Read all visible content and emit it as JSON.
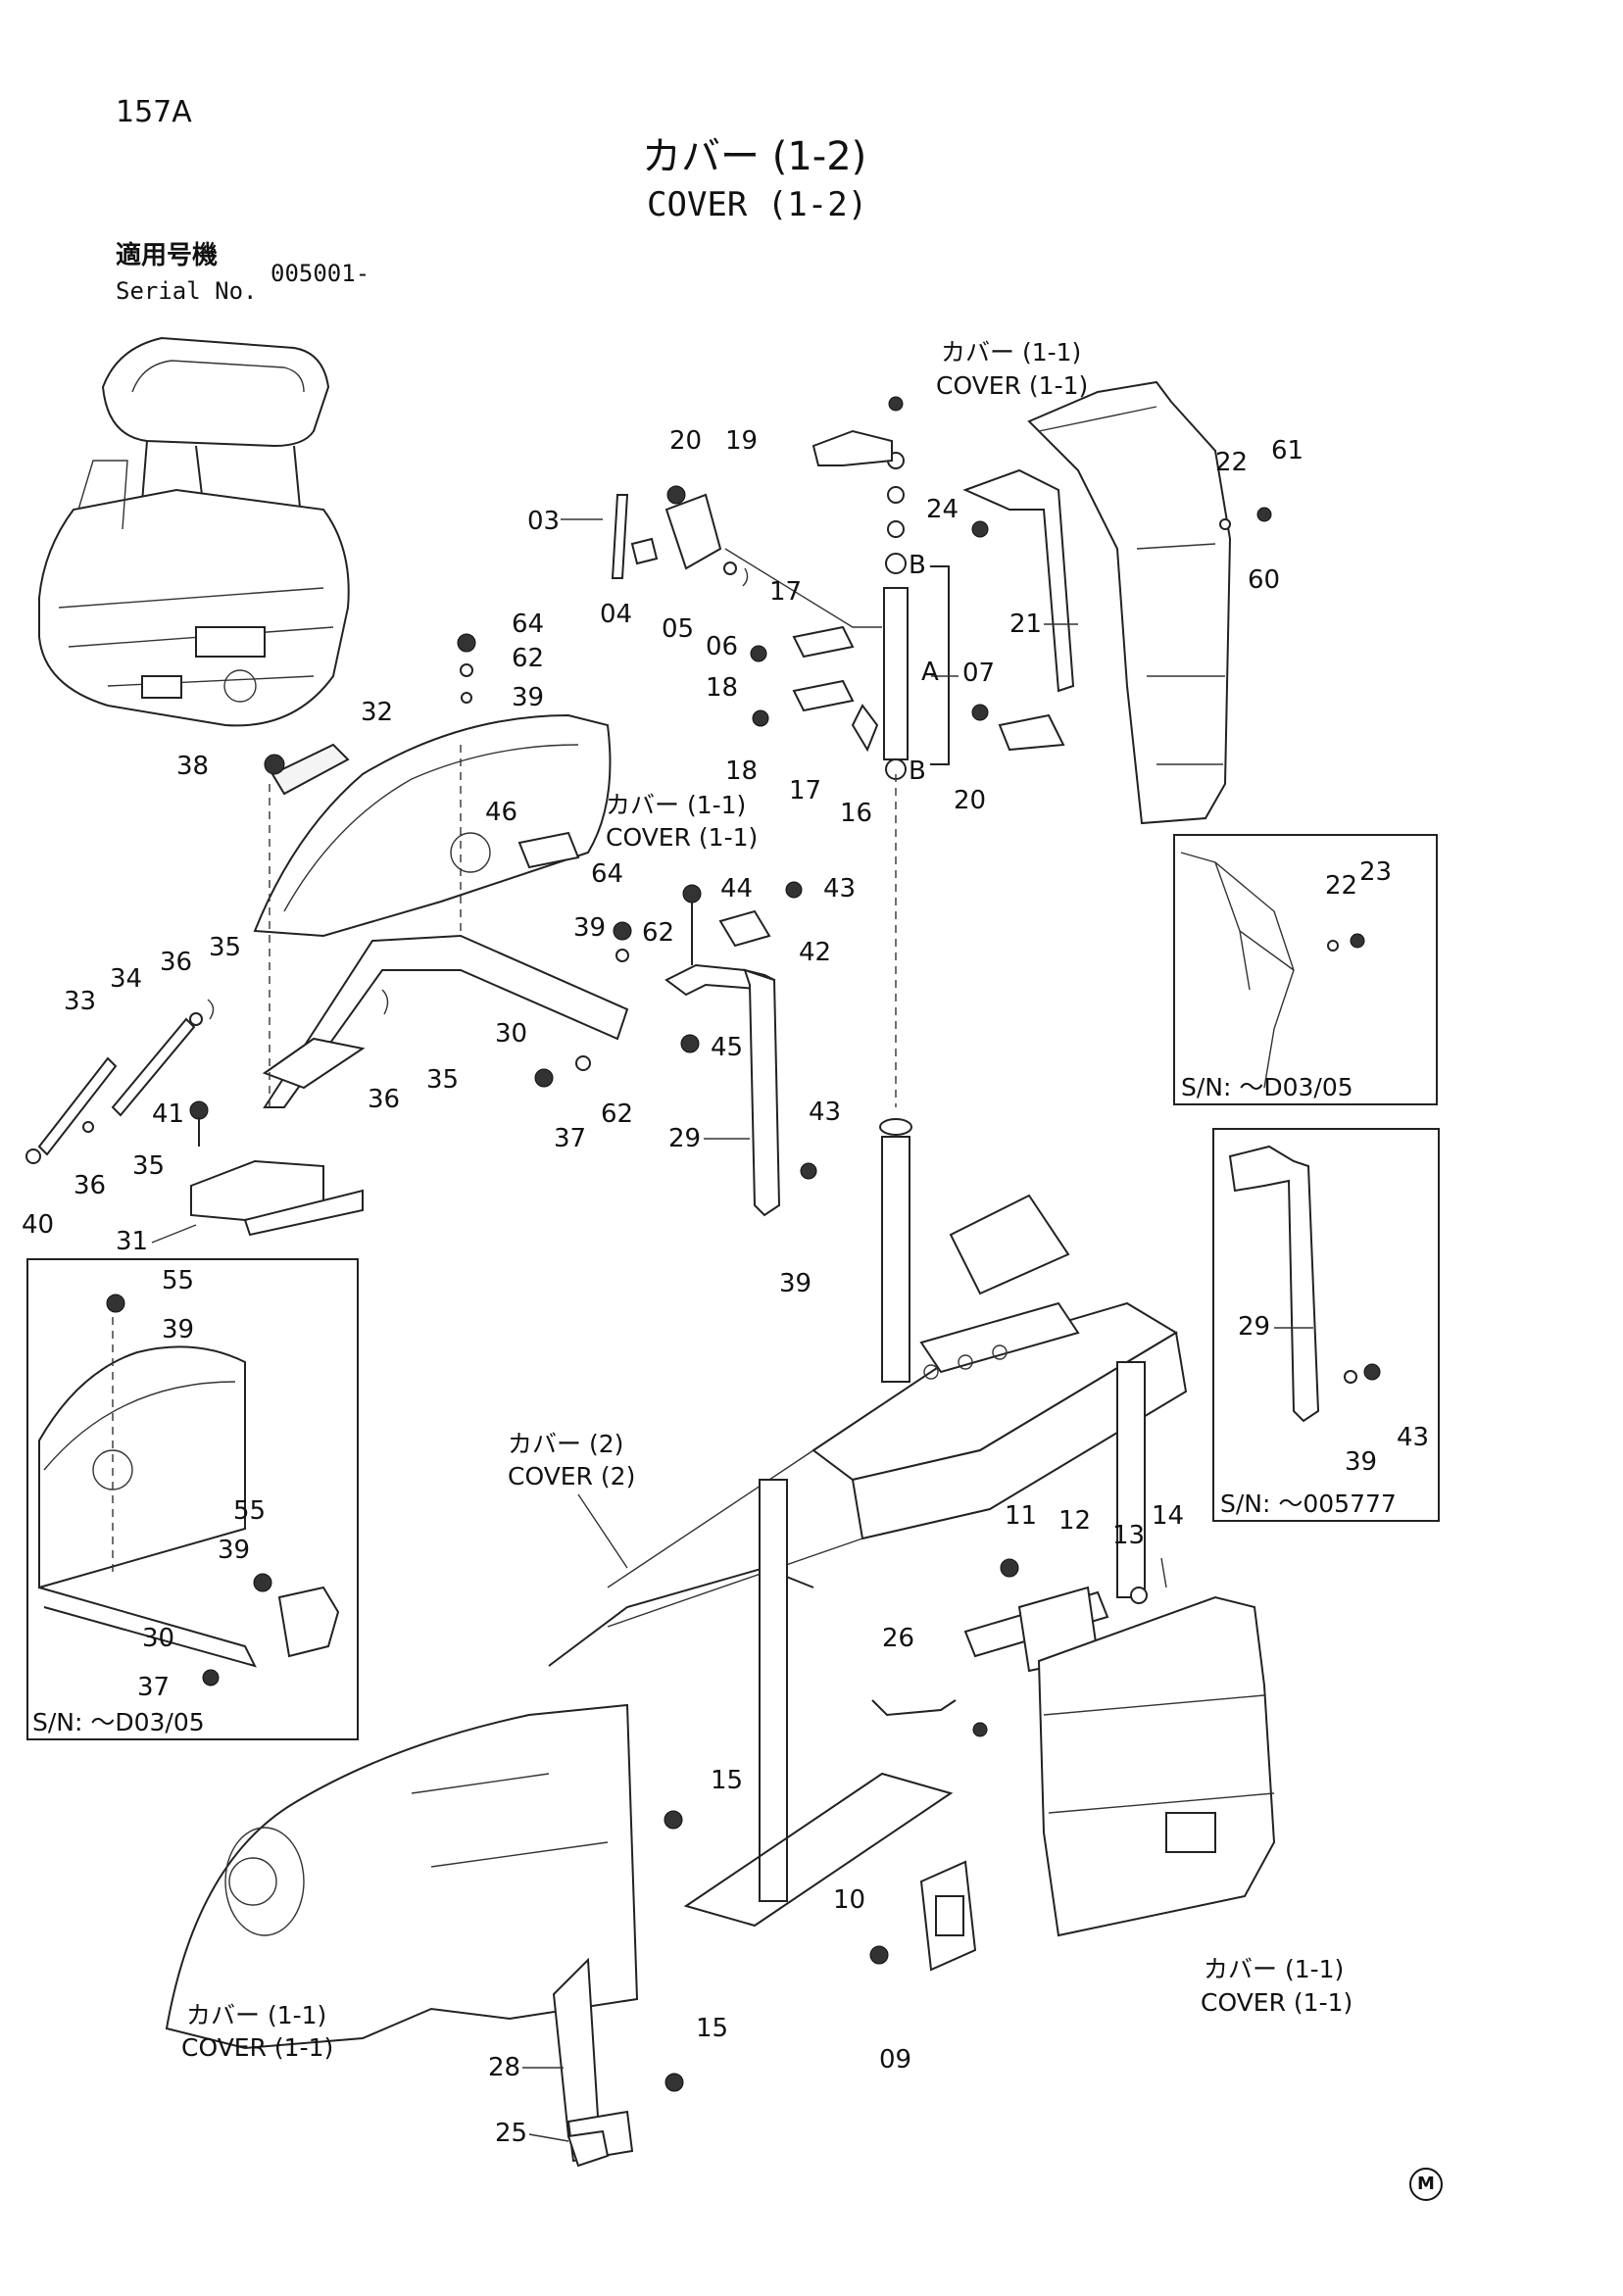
{
  "header": {
    "page_no": "157A",
    "title_jp": "カバー (1-2)",
    "title_en": "COVER (1-2)",
    "serial_label_jp": "適用号機",
    "serial_label_en": "Serial No.",
    "serial_value": "005001-"
  },
  "captions": {
    "cover_1_1_jp": "カバー (1-1)",
    "cover_1_1_en": "COVER (1-1)",
    "cover_2_jp": "カバー (2)",
    "cover_2_en": "COVER (2)"
  },
  "ref_labels": {
    "a": "A",
    "b": "B"
  },
  "insets": {
    "inset_d0305_top": "S/N: ～D03/05",
    "inset_005777": "S/N: ～005777",
    "inset_d0305_left": "S/N: ～D03/05"
  },
  "parts": {
    "p03": "03",
    "p04": "04",
    "p05": "05",
    "p06": "06",
    "p07": "07",
    "p09": "09",
    "p10": "10",
    "p11": "11",
    "p12": "12",
    "p13": "13",
    "p14": "14",
    "p15": "15",
    "p16": "16",
    "p17": "17",
    "p18": "18",
    "p19": "19",
    "p20": "20",
    "p21": "21",
    "p22": "22",
    "p23": "23",
    "p24": "24",
    "p25": "25",
    "p26": "26",
    "p28": "28",
    "p29": "29",
    "p30": "30",
    "p31": "31",
    "p32": "32",
    "p33": "33",
    "p34": "34",
    "p35": "35",
    "p36": "36",
    "p37": "37",
    "p38": "38",
    "p39": "39",
    "p40": "40",
    "p41": "41",
    "p42": "42",
    "p43": "43",
    "p44": "44",
    "p45": "45",
    "p46": "46",
    "p55": "55",
    "p60": "60",
    "p61": "61",
    "p62": "62",
    "p64": "64"
  },
  "footer": {
    "mark": "M"
  }
}
